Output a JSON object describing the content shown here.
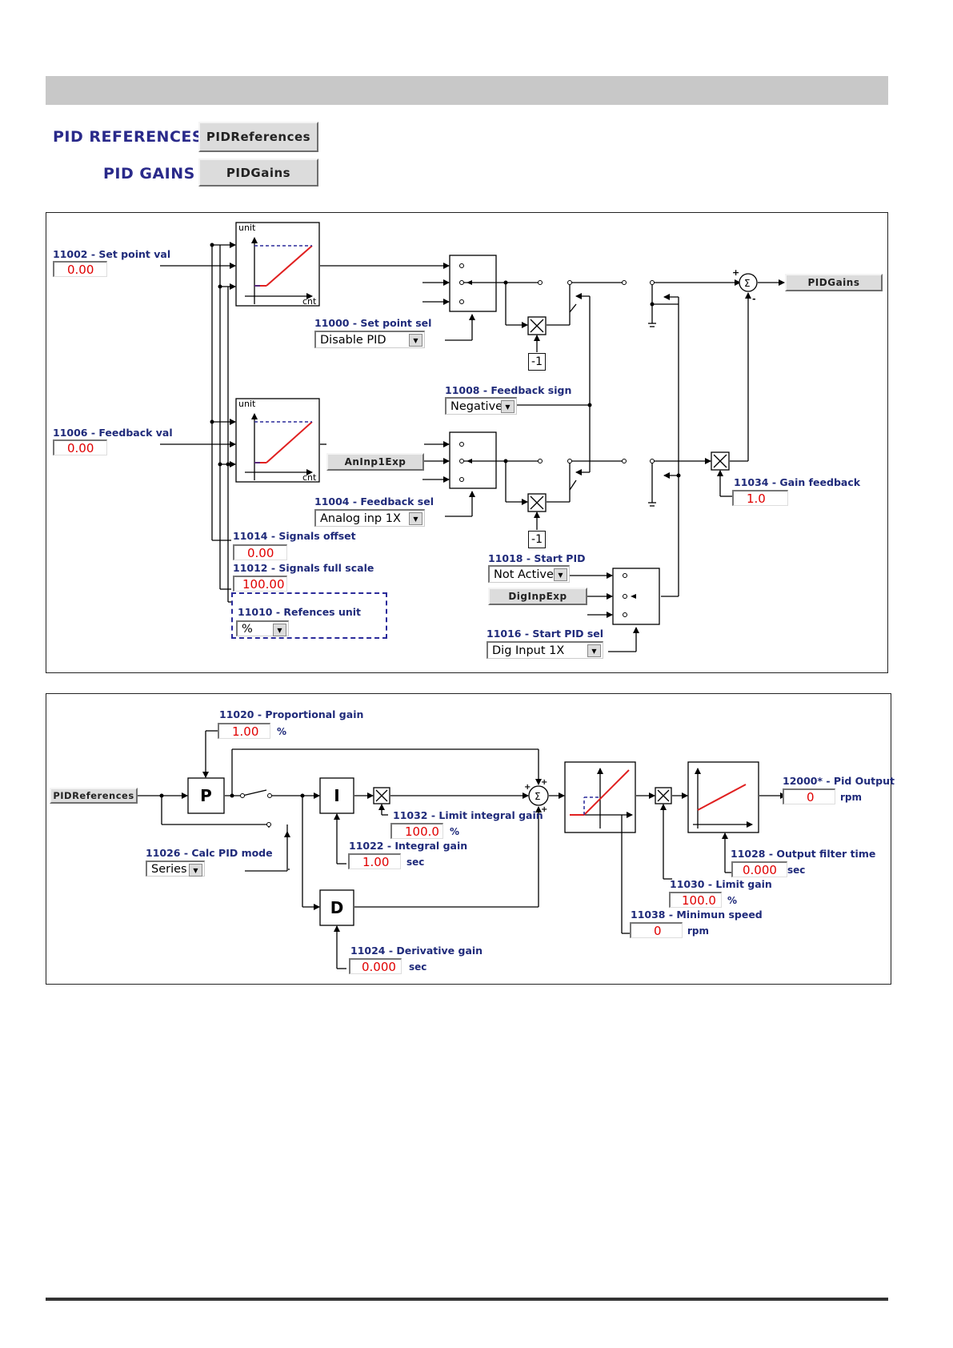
{
  "nav": {
    "pid_references_label": "PID REFERENCES",
    "pid_references_button": "PIDReferences",
    "pid_gains_label": "PID GAINS",
    "pid_gains_button": "PIDGains"
  },
  "references": {
    "set_point_val": {
      "label": "11002 - Set point val",
      "value": "0.00"
    },
    "feedback_val": {
      "label": "11006 - Feedback val",
      "value": "0.00"
    },
    "set_point_sel": {
      "label": "11000 - Set point sel",
      "value": "Disable PID"
    },
    "feedback_sign": {
      "label": "11008 - Feedback sign",
      "value": "Negative"
    },
    "feedback_sel": {
      "label": "11004 - Feedback sel",
      "value": "Analog inp  1X"
    },
    "anin_button": "AnInp1Exp",
    "signals_offset": {
      "label": "11014 - Signals offset",
      "value": "0.00"
    },
    "signals_full_scale": {
      "label": "11012 - Signals full scale",
      "value": "100.00"
    },
    "references_unit": {
      "label": "11010 - Refences unit",
      "value": "%"
    },
    "start_pid": {
      "label": "11018 - Start PID",
      "value": "Not Active"
    },
    "diginp_button": "DigInpExp",
    "start_pid_sel": {
      "label": "11016 - Start PID sel",
      "value": "Dig Input  1X"
    },
    "gain_feedback": {
      "label": "11034 - Gain feedback",
      "value": "1.0"
    },
    "pidgains_button": "PIDGains",
    "minus_one": "-1",
    "axis_unit": "unit",
    "axis_cnt": "cnt",
    "sum_symbol": "Σ",
    "plus": "+",
    "minus": "-"
  },
  "gains": {
    "pidreferences_button": "PIDReferences",
    "proportional_gain": {
      "label": "11020 - Proportional gain",
      "value": "1.00",
      "unit": "%"
    },
    "calc_pid_mode": {
      "label": "11026 - Calc PID mode",
      "value": "Series"
    },
    "limit_integral_gain": {
      "label": "11032 - Limit integral gain",
      "value": "100.0",
      "unit": "%"
    },
    "integral_gain": {
      "label": "11022 - Integral gain",
      "value": "1.00",
      "unit": "sec"
    },
    "derivative_gain": {
      "label": "11024 - Derivative gain",
      "value": "0.000",
      "unit": "sec"
    },
    "pid_output": {
      "label": "12000* - Pid Output",
      "value": "0",
      "unit": "rpm"
    },
    "output_filter_time": {
      "label": "11028 - Output filter time",
      "value": "0.000",
      "unit": "sec"
    },
    "limit_gain": {
      "label": "11030 - Limit gain",
      "value": "100.0",
      "unit": "%"
    },
    "minimum_speed": {
      "label": "11038 - Minimun speed",
      "value": "0",
      "unit": "rpm"
    },
    "block_p": "P",
    "block_i": "I",
    "block_d": "D"
  },
  "colors": {
    "label": "#1f2a7a",
    "value": "#e00000",
    "header_bar": "#c8c8c8",
    "curve": "#e02020",
    "dash": "#2a2a9a"
  }
}
